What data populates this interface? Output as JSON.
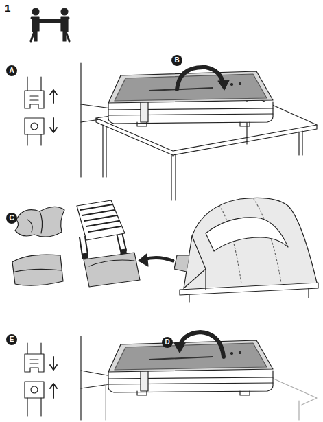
{
  "diagram": {
    "labels": [
      "1",
      "A",
      "B",
      "C",
      "D",
      "E"
    ]
  }
}
